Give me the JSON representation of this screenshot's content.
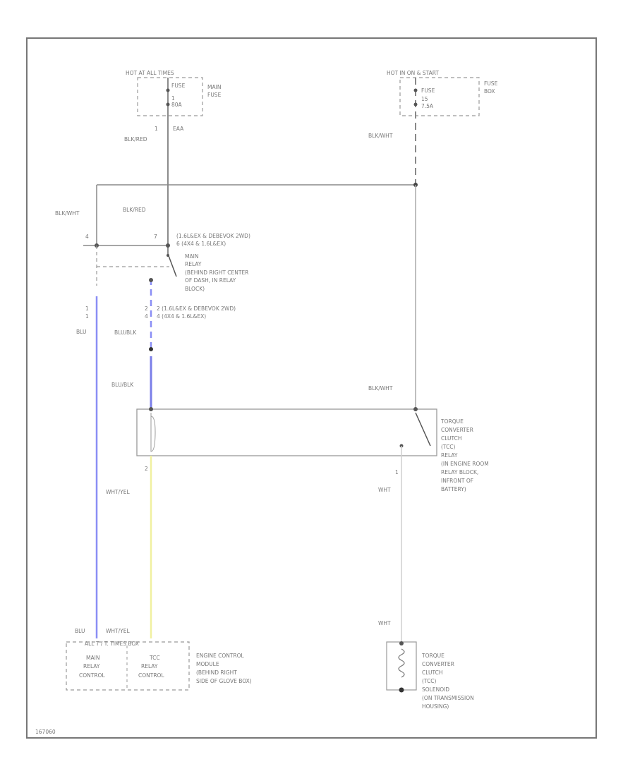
{
  "fuse_top_left": {
    "header": "HOT AT ALL TIMES",
    "fuse_label": "FUSE",
    "fuse_number": "1",
    "fuse_rating": "80A",
    "box_label_1": "MAIN",
    "box_label_2": "FUSE",
    "terminal": "1",
    "terminal_label": "EAA"
  },
  "fuse_top_right": {
    "header": "HOT IN ON & START",
    "fuse_label": "FUSE",
    "fuse_number": "15",
    "fuse_rating": "7.5A",
    "box_label_1": "FUSE",
    "box_label_2": "BOX"
  },
  "wires": {
    "blk_red_upper": "BLK/RED",
    "blk_red_lower": "BLK/RED",
    "blk_wht_left": "BLK/WHT",
    "blk_wht_right_upper": "BLK/WHT",
    "blk_wht_right_lower": "BLK/WHT",
    "blu": "BLU",
    "blu_blk_upper": "BLU/BLK",
    "blu_blk_lower": "BLU/BLK",
    "wht_yel": "WHT/YEL",
    "wht_right": "WHT",
    "wht_bottom": "WHT",
    "blu_bottom": "BLU",
    "wht_yel_bottom": "WHT/YEL"
  },
  "main_relay": {
    "pin_left": "4",
    "pin_right": "7",
    "note_1": "(1.6L&EX & DEBEVOK 2WD)",
    "note_2": "6 (4X4 & 1.6L&EX)",
    "name_1": "MAIN",
    "name_2": "RELAY",
    "location_1": "(BEHIND RIGHT CENTER",
    "location_2": "OF DASH, IN RELAY",
    "location_3": "BLOCK)",
    "pin_blu": "1",
    "pin_blu_blk_1": "2",
    "pin_blu_blk_2": "4",
    "note_3": "2 (1.6L&EX & DEBEVOK 2WD)",
    "note_4": "4 (4X4 & 1.6L&EX)"
  },
  "tcc_relay": {
    "pin_left": "2",
    "pin_right": "1",
    "lines": [
      "TORQUE",
      "CONVERTER",
      "CLUTCH",
      "(TCC)",
      "RELAY",
      "(IN ENGINE ROOM",
      "RELAY BLOCK,",
      "INFRONT OF",
      "BATTERY)"
    ]
  },
  "ecm": {
    "header": "ALL T / T. TIMES BOX",
    "main_1": "MAIN",
    "main_2": "RELAY",
    "main_3": "CONTROL",
    "tcc_1": "TCC",
    "tcc_2": "RELAY",
    "tcc_3": "CONTROL",
    "lines": [
      "ENGINE CONTROL",
      "MODULE",
      "(BEHIND RIGHT",
      "SIDE OF GLOVE BOX)"
    ]
  },
  "solenoid": {
    "lines": [
      "TORQUE",
      "CONVERTER",
      "CLUTCH",
      "(TCC)",
      "SOLENOID",
      "(ON TRANSMISSION",
      "HOUSING)"
    ]
  },
  "footer_code": "167060"
}
